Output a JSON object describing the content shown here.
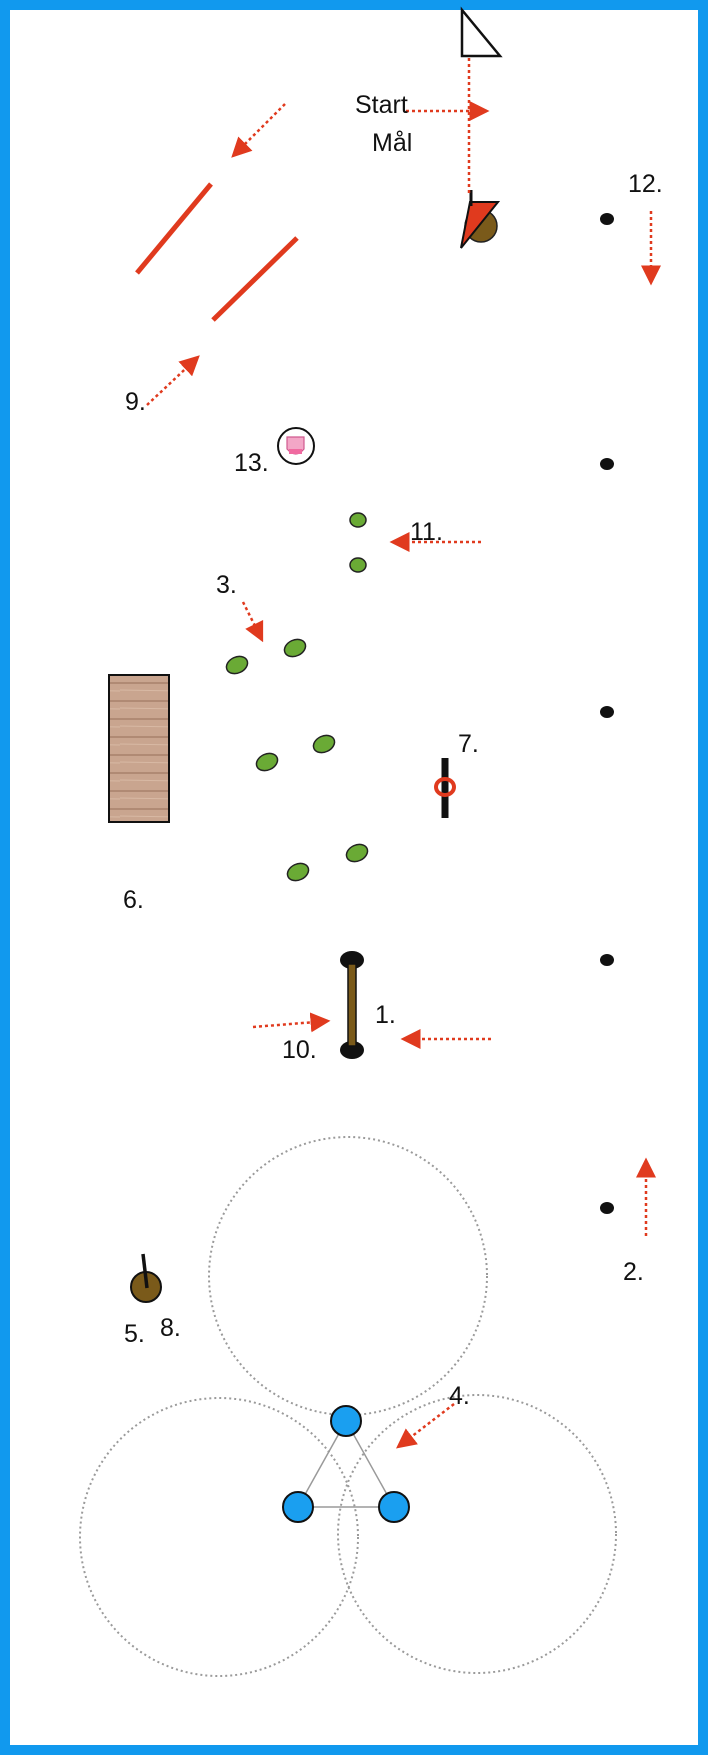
{
  "colors": {
    "border": "#1199ee",
    "arrow": "#e03a1e",
    "cone": "#6aaa35",
    "barrel": "#1a9ff0",
    "post": "#7a5a1a",
    "boards": "#c9a58f",
    "circle": "#9a9a9a"
  },
  "labels": {
    "start": "Start",
    "goal": "Mål",
    "n1": "1.",
    "n2": "2.",
    "n3": "3.",
    "n4": "4.",
    "n5": "5.",
    "n6": "6.",
    "n7": "7.",
    "n8": "8.",
    "n9": "9.",
    "n10": "10.",
    "n11": "11.",
    "n12": "12.",
    "n13": "13."
  },
  "icons": {
    "start_flag": "white-triangle-flag",
    "goal_flag": "red-triangle-flag",
    "mailbox": "pink-mailbox-icon",
    "gate": "gate-with-ring",
    "pole": "pole-on-ground",
    "bridge": "wooden-bridge"
  }
}
